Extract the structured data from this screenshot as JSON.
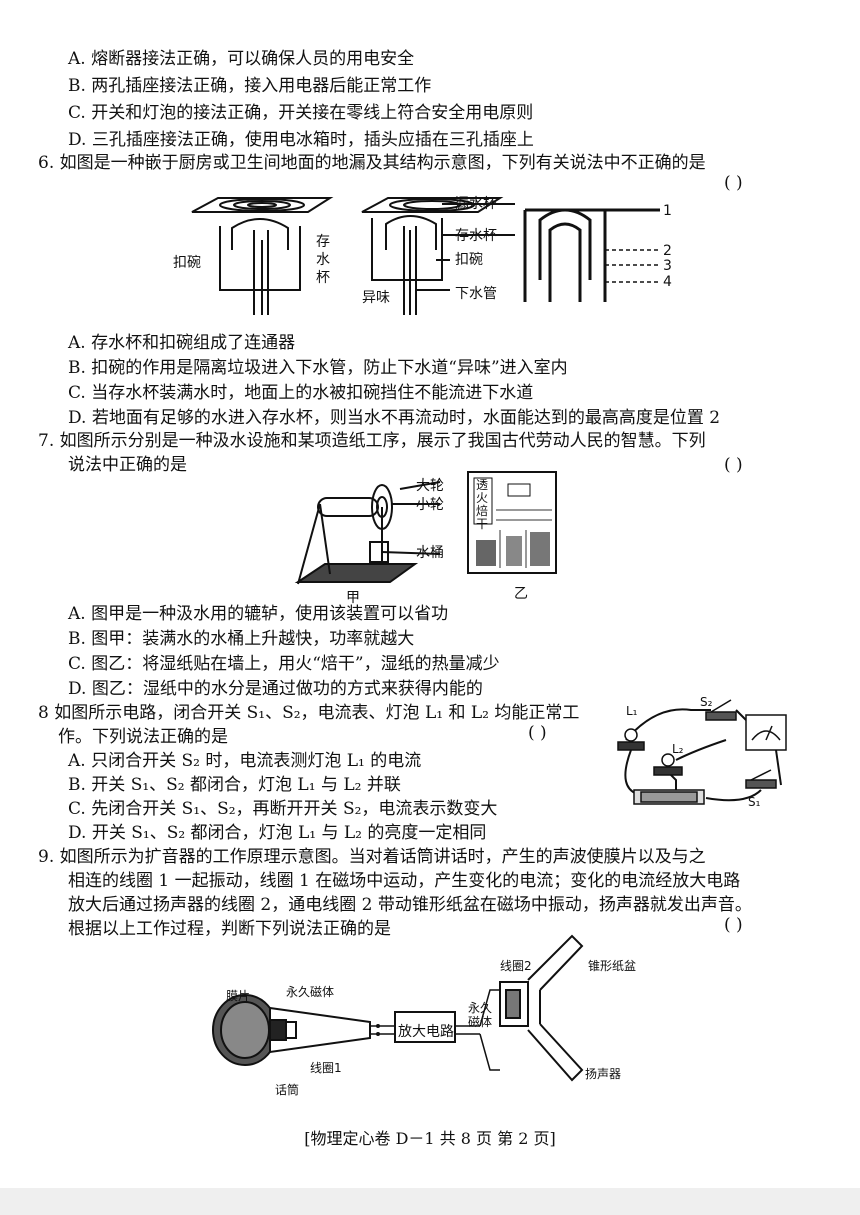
{
  "q5": {
    "options": [
      "A. 熔断器接法正确，可以确保人员的用电安全",
      "B. 两孔插座接法正确，接入用电器后能正常工作",
      "C. 开关和灯泡的接法正确，开关接在零线上符合安全用电原则",
      "D. 三孔插座接法正确，使用电冰箱时，插头应插在三孔插座上"
    ]
  },
  "q6": {
    "stem": "6. 如图是一种嵌于厨房或卫生间地面的地漏及其结构示意图，下列有关说法中不正确的是",
    "bracket": "(    )",
    "labels": {
      "kouwan_left": "扣碗",
      "cunshuibei_v": [
        "存",
        "水",
        "杯"
      ],
      "louhuibei": "漏水杯",
      "cunshuibei": "存水杯",
      "kouwan": "扣碗",
      "yiwei": "异味",
      "xiashuiguan": "下水管",
      "pos1": "1",
      "pos2": "2",
      "pos3": "3",
      "pos4": "4"
    },
    "options": [
      "A. 存水杯和扣碗组成了连通器",
      "B. 扣碗的作用是隔离垃圾进入下水管，防止下水道“异味”进入室内",
      "C. 当存水杯装满水时，地面上的水被扣碗挡住不能流进下水道",
      "D. 若地面有足够的水进入存水杯，则当水不再流动时，水面能达到的最高高度是位置 2"
    ]
  },
  "q7": {
    "stem_line1": "7. 如图所示分别是一种汲水设施和某项造纸工序，展示了我国古代劳动人民的智慧。下列",
    "stem_line2": "说法中正确的是",
    "bracket": "(    )",
    "labels": {
      "dalun": "大轮",
      "xiaolun": "小轮",
      "shuitong": "水桶",
      "jia": "甲",
      "yi": "乙",
      "touhuo": "透火焙干"
    },
    "options": [
      "A. 图甲是一种汲水用的辘轳，使用该装置可以省功",
      "B. 图甲：装满水的水桶上升越快，功率就越大",
      "C. 图乙：将湿纸贴在墙上，用火“焙干”，湿纸的热量减少",
      "D. 图乙：湿纸中的水分是通过做功的方式来获得内能的"
    ]
  },
  "q8": {
    "stem_line1": "8 如图所示电路，闭合开关 S₁、S₂，电流表、灯泡 L₁ 和 L₂ 均能正常工",
    "stem_line2": "作。下列说法正确的是",
    "bracket": "(    )",
    "labels": {
      "L1": "L₁",
      "L2": "L₂",
      "S1": "S₁",
      "S2": "S₂"
    },
    "options": [
      "A. 只闭合开关 S₂ 时，电流表测灯泡 L₁ 的电流",
      "B. 开关 S₁、S₂ 都闭合，灯泡 L₁ 与 L₂ 并联",
      "C. 先闭合开关 S₁、S₂，再断开开关 S₂，电流表示数变大",
      "D. 开关 S₁、S₂ 都闭合，灯泡 L₁ 与 L₂ 的亮度一定相同"
    ]
  },
  "q9": {
    "stem_lines": [
      "9. 如图所示为扩音器的工作原理示意图。当对着话筒讲话时，产生的声波使膜片以及与之",
      "相连的线圈 1 一起振动，线圈 1 在磁场中运动，产生变化的电流；变化的电流经放大电路",
      "放大后通过扬声器的线圈 2，通电线圈 2 带动锥形纸盆在磁场中振动，扬声器就发出声音。",
      "根据以上工作过程，判断下列说法正确的是"
    ],
    "bracket": "(    )",
    "labels": {
      "mopian": "膜片",
      "yongjiucitiL": "永久磁体",
      "xianquan1": "线圈1",
      "huatong": "话筒",
      "fangda": "放大电路",
      "xianquan2": "线圈2",
      "zhuixing": "锥形纸盆",
      "yongjiuR1": "永久",
      "yongjiuR2": "磁体",
      "yangshengqi": "扬声器"
    }
  },
  "footer": "[物理定心卷 D－1   共 8 页   第 2 页]"
}
